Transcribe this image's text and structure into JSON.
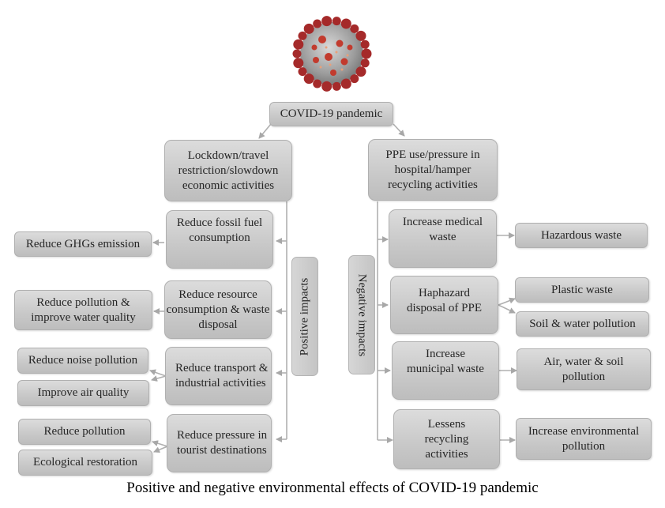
{
  "root": {
    "label": "COVID-19 pandemic",
    "icon": "coronavirus-icon"
  },
  "left_branch": {
    "label": "Lockdown/travel restriction/slowdown economic activities",
    "group_label": "Positive impacts",
    "causes": [
      {
        "label": "Reduce fossil fuel consumption",
        "effects": [
          "Reduce GHGs emission"
        ]
      },
      {
        "label": "Reduce resource consumption & waste disposal",
        "effects": [
          "Reduce pollution & improve water quality"
        ]
      },
      {
        "label": "Reduce transport & industrial activities",
        "effects": [
          "Reduce noise pollution",
          "Improve air quality"
        ]
      },
      {
        "label": "Reduce pressure in tourist destinations",
        "effects": [
          "Reduce pollution",
          "Ecological restoration"
        ]
      }
    ]
  },
  "right_branch": {
    "label": "PPE use/pressure in hospital/hamper recycling activities",
    "group_label": "Negative impacts",
    "causes": [
      {
        "label": "Increase medical waste",
        "effects": [
          "Hazardous waste"
        ]
      },
      {
        "label": "Haphazard disposal of PPE",
        "effects": [
          "Plastic waste",
          "Soil & water pollution"
        ]
      },
      {
        "label": "Increase municipal waste",
        "effects": [
          "Air, water & soil pollution"
        ]
      },
      {
        "label": "Lessens recycling activities",
        "effects": [
          "Increase environmental pollution"
        ]
      }
    ]
  },
  "caption": "Positive and negative environmental effects of COVID-19 pandemic"
}
